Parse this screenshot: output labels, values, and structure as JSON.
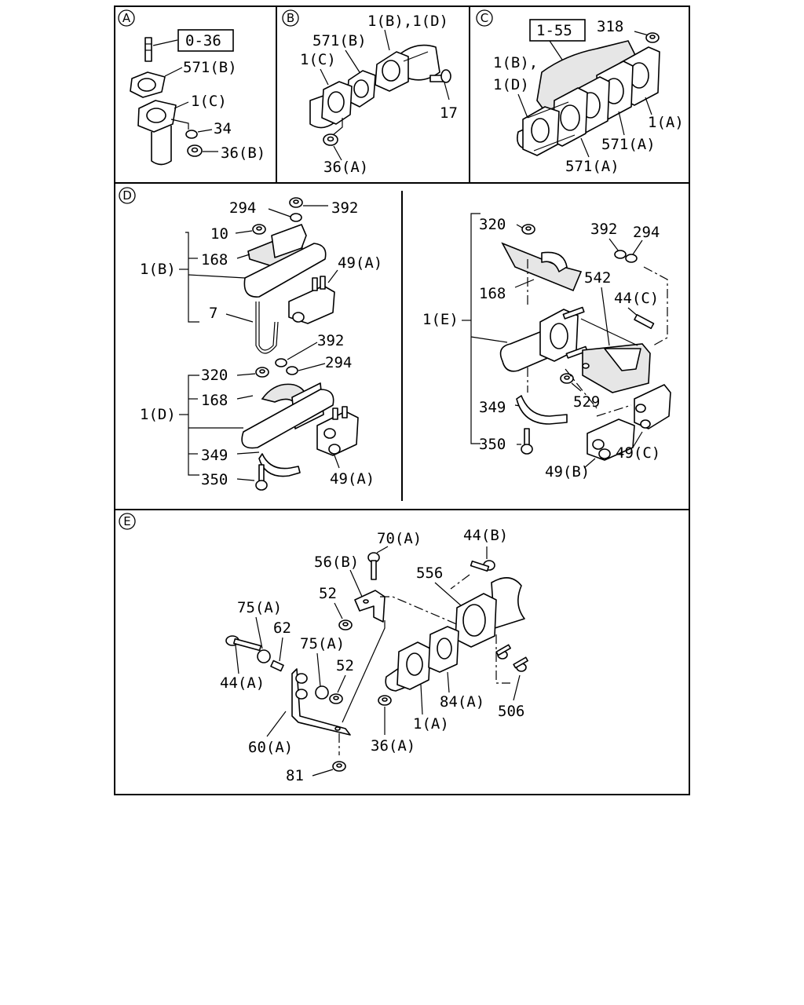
{
  "sections": {
    "A": {
      "marker": "A",
      "boxed_ref": "0-36",
      "labels": [
        "571(B)",
        "1(C)",
        "34",
        "36(B)"
      ]
    },
    "B": {
      "marker": "B",
      "labels": [
        "1(B),1(D)",
        "571(B)",
        "1(C)",
        "17",
        "36(A)"
      ]
    },
    "C": {
      "marker": "C",
      "boxed_ref": "1-55",
      "labels": [
        "318",
        "1(B),",
        "1(D)",
        "1(A)",
        "571(A)",
        "571(A)"
      ]
    },
    "D": {
      "marker": "D",
      "upper_labels": [
        "294",
        "392",
        "10",
        "168",
        "1(B)",
        "49(A)",
        "7"
      ],
      "lower_labels": [
        "392",
        "294",
        "320",
        "168",
        "1(D)",
        "349",
        "350",
        "49(A)"
      ]
    },
    "D_right": {
      "labels": [
        "320",
        "392",
        "294",
        "168",
        "542",
        "44(C)",
        "1(E)",
        "529",
        "349",
        "350",
        "49(C)",
        "49(B)"
      ]
    },
    "E": {
      "marker": "E",
      "labels": [
        "70(A)",
        "44(B)",
        "56(B)",
        "556",
        "52",
        "75(A)",
        "62",
        "75(A)",
        "52",
        "44(A)",
        "84(A)",
        "506",
        "60(A)",
        "36(A)",
        "1(A)",
        "81"
      ]
    }
  }
}
